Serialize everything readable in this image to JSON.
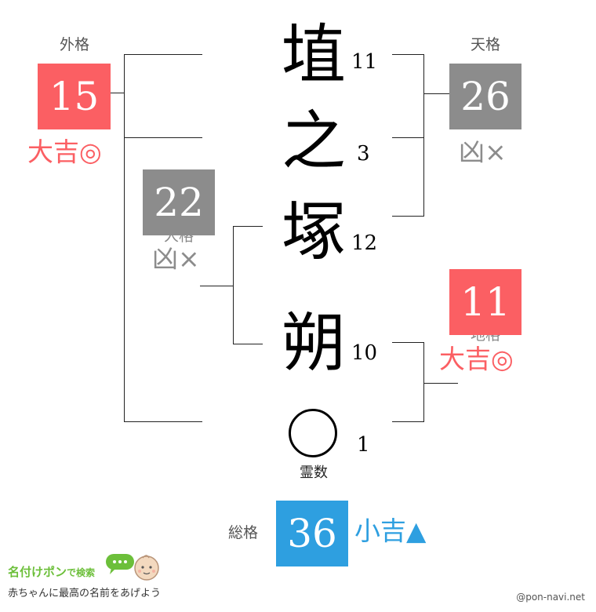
{
  "colors": {
    "kichi": "#fb5f63",
    "kyo": "#8c8c8c",
    "shokichi": "#2e9fe0"
  },
  "name_chars": [
    {
      "char": "埴",
      "strokes": "11"
    },
    {
      "char": "之",
      "strokes": "3"
    },
    {
      "char": "塚",
      "strokes": "12"
    },
    {
      "char": "朔",
      "strokes": "10"
    },
    {
      "char": "◯",
      "strokes": "1"
    }
  ],
  "reisu_label": "霊数",
  "gaikaku": {
    "label": "外格",
    "value": "15",
    "fortune": "大吉◎"
  },
  "tenkaku": {
    "label": "天格",
    "value": "26",
    "fortune": "凶×"
  },
  "jinkaku": {
    "label": "人格",
    "value": "22",
    "fortune": "凶×"
  },
  "chikaku": {
    "label": "地格",
    "value": "11",
    "fortune": "大吉◎"
  },
  "soukaku": {
    "label": "総格",
    "value": "36",
    "fortune": "小吉▲"
  },
  "brand": {
    "title": "名付けポン",
    "title_suffix": "で検索",
    "tagline": "赤ちゃんに最高の名前をあげよう",
    "bubble_icon": "speech-bubble-icon",
    "baby_icon": "baby-face-icon"
  },
  "credit": "@pon-navi.net"
}
